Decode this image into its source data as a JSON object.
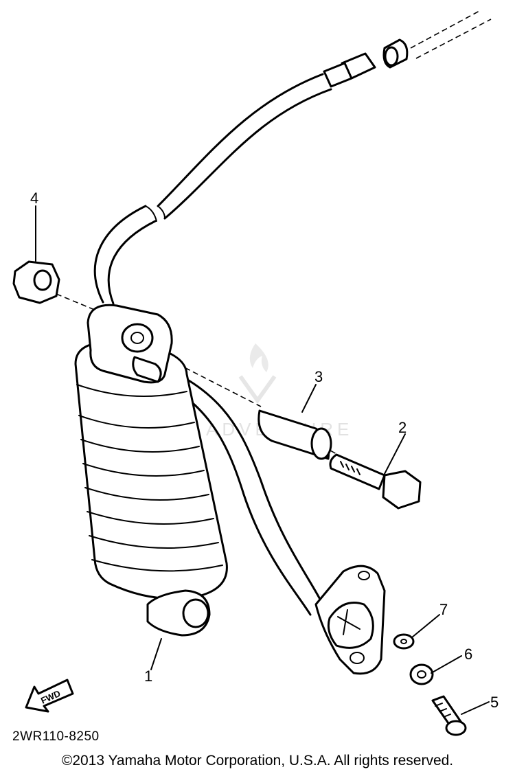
{
  "diagram": {
    "code": "2WR110-8250",
    "copyright": "©2013 Yamaha Motor Corporation, U.S.A. All rights reserved.",
    "watermark": "ADVENTURE",
    "direction_label": "FWD",
    "callouts": [
      "1",
      "2",
      "3",
      "4",
      "5",
      "6",
      "7"
    ]
  }
}
